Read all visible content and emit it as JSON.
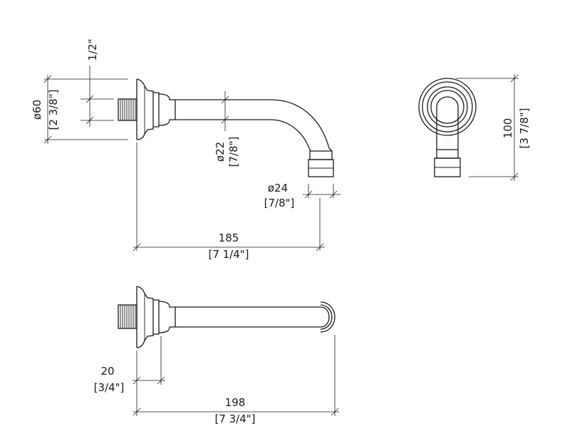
{
  "dimensions": {
    "thread_size": "1/2\"",
    "flange_dia_mm": "ø60",
    "flange_dia_in": "[2 3/8\"]",
    "pipe_dia_mm": "ø22",
    "pipe_dia_in": "[7/8\"]",
    "outlet_dia_mm": "ø24",
    "outlet_dia_in": "[7/8\"]",
    "top_length_mm": "185",
    "top_length_in": "[7 1/4\"]",
    "height_mm": "100",
    "height_in": "[3 7/8\"]",
    "flange_depth_mm": "20",
    "flange_depth_in": "[3/4\"]",
    "bottom_length_mm": "198",
    "bottom_length_in": "[7 3/4\"]"
  }
}
